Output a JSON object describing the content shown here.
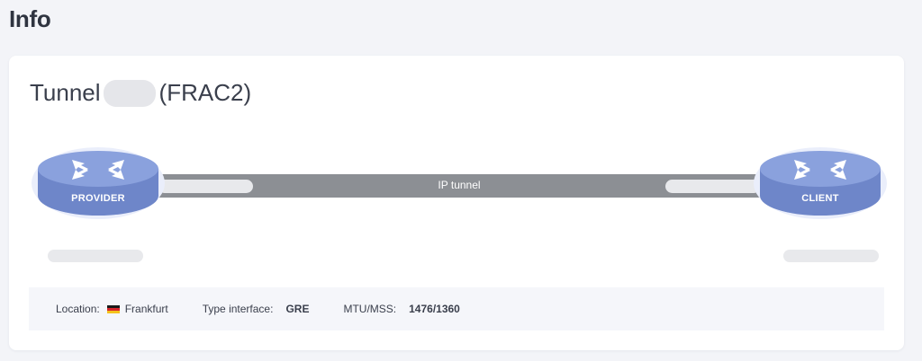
{
  "page": {
    "title": "Info"
  },
  "card": {
    "title_prefix": "Tunnel",
    "title_suffix": "(FRAC2)"
  },
  "diagram": {
    "left_node": {
      "label": "PROVIDER",
      "icon": "router-icon"
    },
    "right_node": {
      "label": "CLIENT",
      "icon": "router-icon"
    },
    "tunnel_label": "IP tunnel",
    "colors": {
      "router_top": "#8aa1dd",
      "router_side": "#6e86c9",
      "router_halo": "#eaeefb",
      "tunnel": "#8c8f94"
    }
  },
  "info": {
    "location_label": "Location:",
    "location_value": "Frankfurt",
    "location_flag": "de-flag-icon",
    "type_label": "Type interface:",
    "type_value": "GRE",
    "mtu_label": "MTU/MSS:",
    "mtu_value": "1476/1360"
  }
}
